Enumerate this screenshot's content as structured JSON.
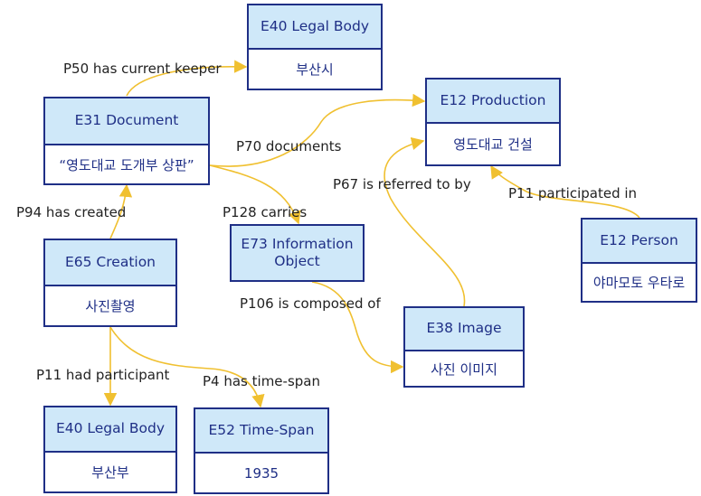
{
  "colors": {
    "edge": "#f0c030",
    "border": "#1f2f86",
    "header_fill": "#cfe8f9",
    "text": "#1f2f86"
  },
  "nodes": {
    "e40_top": {
      "type": "E40 Legal Body",
      "value": "부산시"
    },
    "e12_production": {
      "type": "E12 Production",
      "value": "영도대교 건설"
    },
    "e31": {
      "type": "E31 Document",
      "value": "“영도대교 도개부 상판”"
    },
    "e73": {
      "type": "E73 Information Object"
    },
    "e65": {
      "type": "E65 Creation",
      "value": "사진촬영"
    },
    "e12_person": {
      "type": "E12 Person",
      "value": "야마모토 우타로"
    },
    "e38": {
      "type": "E38 Image",
      "value": "사진 이미지"
    },
    "e40_bottom": {
      "type": "E40 Legal Body",
      "value": "부산부"
    },
    "e52": {
      "type": "E52 Time-Span",
      "value": "1935"
    }
  },
  "edges": {
    "p50": "P50 has current keeper",
    "p70": "P70 documents",
    "p67": "P67 is referred to by",
    "p11_participated": "P11 participated in",
    "p94": "P94 has created",
    "p128": "P128 carries",
    "p106": "P106 is composed of",
    "p11_had": "P11 had participant",
    "p4": "P4 has time-span"
  }
}
